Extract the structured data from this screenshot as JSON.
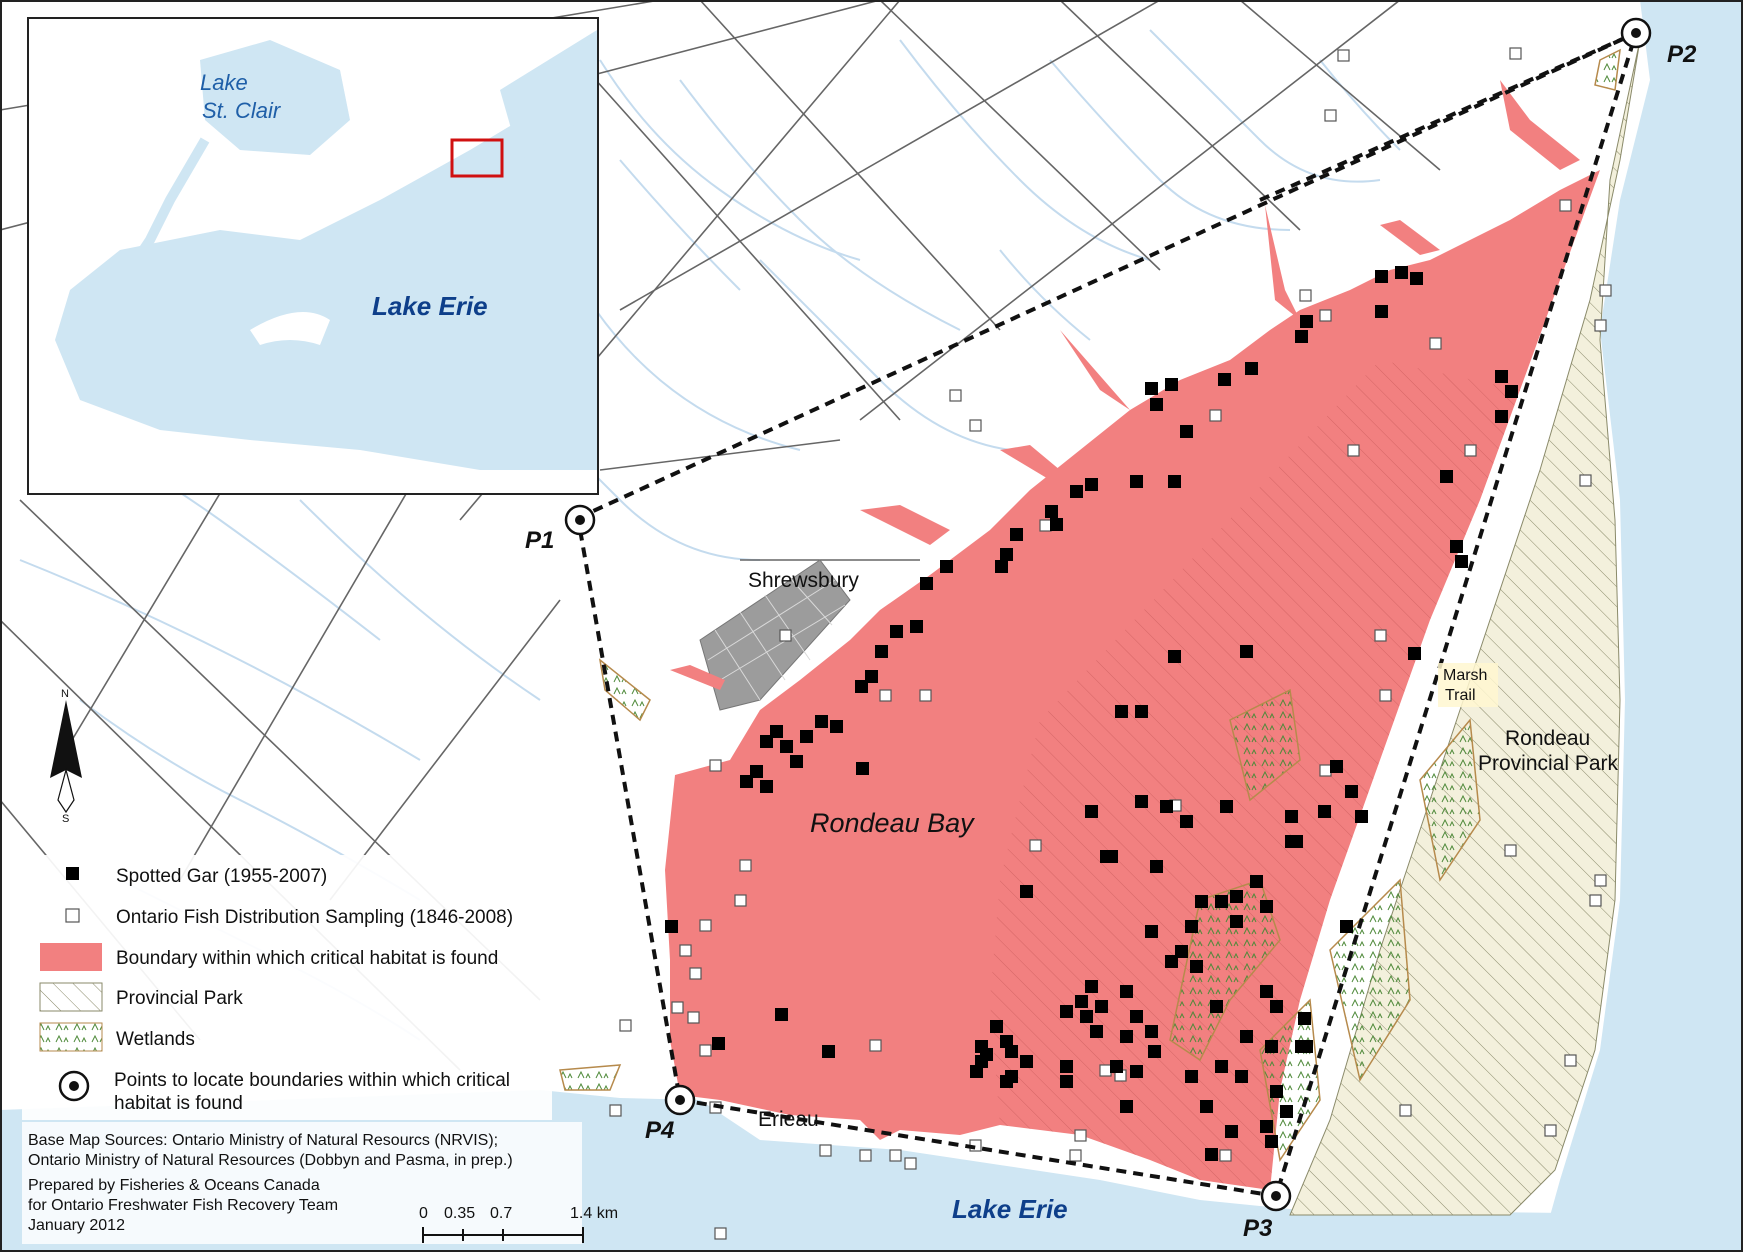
{
  "colors": {
    "water": "#cfe6f3",
    "land": "#ffffff",
    "habitat": "#f28080",
    "park_hatch": "#8a8a6a",
    "park_fill": "#f3f0dc",
    "wetland": "#d9b27a",
    "road": "#555555",
    "stream": "#c9dff0",
    "town_grid": "#8e8e8e",
    "inset_frame_red": "#d01010"
  },
  "inset": {
    "lake_st_clair_line1": "Lake",
    "lake_st_clair_line2": "St. Clair",
    "lake_erie": "Lake Erie"
  },
  "labels": {
    "shrewsbury": "Shrewsbury",
    "rondeau_bay": "Rondeau Bay",
    "rondeau_park_line1": "Rondeau",
    "rondeau_park_line2": "Provincial Park",
    "marsh_trail_line1": "Marsh",
    "marsh_trail_line2": "Trail",
    "erieau": "Erieau",
    "lake_erie": "Lake Erie"
  },
  "points": [
    {
      "id": "P1",
      "label": "P1"
    },
    {
      "id": "P2",
      "label": "P2"
    },
    {
      "id": "P3",
      "label": "P3"
    },
    {
      "id": "P4",
      "label": "P4"
    }
  ],
  "north_arrow": {
    "n": "N",
    "s": "S"
  },
  "legend": {
    "spotted_gar": "Spotted Gar (1955-2007)",
    "sampling": "Ontario Fish Distribution Sampling (1846-2008)",
    "boundary": "Boundary within which critical habitat is found",
    "park": "Provincial Park",
    "wetlands": "Wetlands",
    "points_line1": "Points to locate boundaries within which critical",
    "points_line2": "habitat is found"
  },
  "credits": {
    "line1": "Base Map Sources: Ontario Ministry of Natural Resourcs (NRVIS);",
    "line2": "Ontario Ministry of Natural Resources (Dobbyn and Pasma, in prep.)",
    "line3": "Prepared by Fisheries & Oceans Canada",
    "line4": "for Ontario Freshwater Fish Recovery Team",
    "line5": "January 2012"
  },
  "scale_bar": {
    "ticks": [
      "0",
      "0.35",
      "0.7",
      "1.4 km"
    ]
  }
}
